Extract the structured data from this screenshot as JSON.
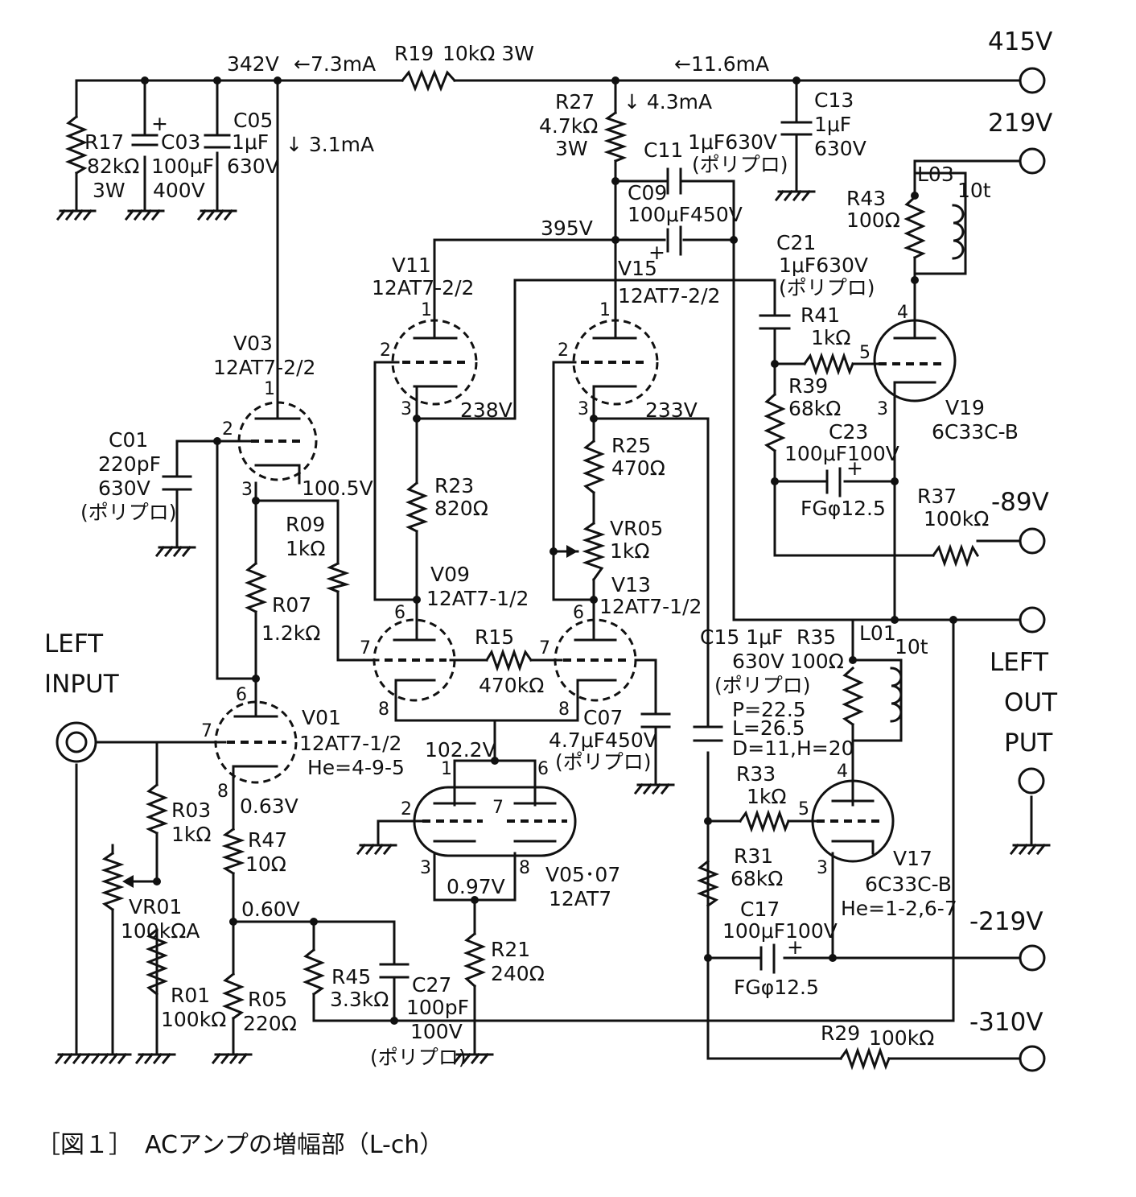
{
  "caption": "［図１］　ACアンプの増幅部（L-ch）",
  "terminals": {
    "t415": "415V",
    "t219": "219V",
    "tm89": "-89V",
    "tm219": "-219V",
    "tm310": "-310V",
    "left_input": [
      "LEFT",
      "INPUT"
    ],
    "left_output": [
      "LEFT",
      "OUT",
      "PUT"
    ]
  },
  "labels": {
    "v342": "342V",
    "i73": "←7.3mA",
    "r19": "R19",
    "r19v": "10kΩ 3W",
    "i116": "←11.6mA",
    "r27": "R27",
    "r27v": "4.7kΩ",
    "r27w": "3W",
    "i43": "↓ 4.3mA",
    "c13": "C13",
    "c13v": "1μF",
    "c13w": "630V",
    "r17": "R17",
    "r17v": "82kΩ",
    "r17w": "3W",
    "c03": "C03",
    "c03v": "100μF",
    "c03w": "400V",
    "c05": "C05",
    "c05v": "1μF",
    "c05w": "630V",
    "i31": "↓ 3.1mA",
    "c11": "C11",
    "c11v": "1μF630V",
    "c11t": "(ポリプロ)",
    "c09": "C09",
    "c09v": "100μF450V",
    "v395": "395V",
    "v11": "V11",
    "v11t": "12AT7-2/2",
    "v15": "V15",
    "v15t": "12AT7-2/2",
    "c21": "C21",
    "c21v": "1μF630V",
    "c21t": "(ポリプロ)",
    "r43": "R43",
    "r43v": "100Ω",
    "l03": "L03",
    "l03v": "10t",
    "r41": "R41",
    "r41v": "1kΩ",
    "v03": "V03",
    "v03t": "12AT7-2/2",
    "v238": "238V",
    "v233": "233V",
    "r39": "R39",
    "r39v": "68kΩ",
    "v19": "V19",
    "v19t": "6C33C-B",
    "c01": "C01",
    "c01v": "220pF",
    "c01w": "630V",
    "c01t": "(ポリプロ)",
    "v1005": "100.5V",
    "r25": "R25",
    "r25v": "470Ω",
    "c23": "C23",
    "c23v": "100μF100V",
    "r23": "R23",
    "r23v": "820Ω",
    "fg1": "FGφ12.5",
    "r37": "R37",
    "r37v": "100kΩ",
    "r09": "R09",
    "r09v": "1kΩ",
    "vr05": "VR05",
    "vr05v": "1kΩ",
    "v09": "V09",
    "v09t": "12AT7-1/2",
    "v13": "V13",
    "v13t": "12AT7-1/2",
    "r07": "R07",
    "r07v": "1.2kΩ",
    "r15": "R15",
    "r15v": "470kΩ",
    "c15": "C15 1μF",
    "c15v": "630V",
    "c15t": "(ポリプロ)",
    "c15p": "P=22.5",
    "c15l": "L=26.5",
    "c15d": "D=11,H=20",
    "r35": "R35",
    "r35v": "100Ω",
    "l01": "L01",
    "l01v": "10t",
    "v01": "V01",
    "v01t": "12AT7-1/2",
    "v01h": "He=4-9-5",
    "c07": "C07",
    "c07v": "4.7μF450V",
    "c07t": "(ポリプロ)",
    "v1022": "102.2V",
    "r03": "R03",
    "r03v": "1kΩ",
    "v063": "0.63V",
    "r47": "R47",
    "r47v": "10Ω",
    "r33": "R33",
    "r33v": "1kΩ",
    "vr01": "VR01",
    "vr01v": "100kΩA",
    "v060": "0.60V",
    "v097": "0.97V",
    "v0507": "V05･07",
    "v0507t": "12AT7",
    "r31": "R31",
    "r31v": "68kΩ",
    "v17": "V17",
    "v17t": "6C33C-B",
    "v17h": "He=1-2,6-7",
    "c17": "C17",
    "c17v": "100μF100V",
    "fg2": "FGφ12.5",
    "r21": "R21",
    "r21v": "240Ω",
    "r45": "R45",
    "r45v": "3.3kΩ",
    "c27": "C27",
    "c27v": "100pF",
    "c27w": "100V",
    "c27t": "(ポリプロ)",
    "r01": "R01",
    "r01v": "100kΩ",
    "r05": "R05",
    "r05v": "220Ω",
    "r29": "R29",
    "r29v": "100kΩ"
  }
}
